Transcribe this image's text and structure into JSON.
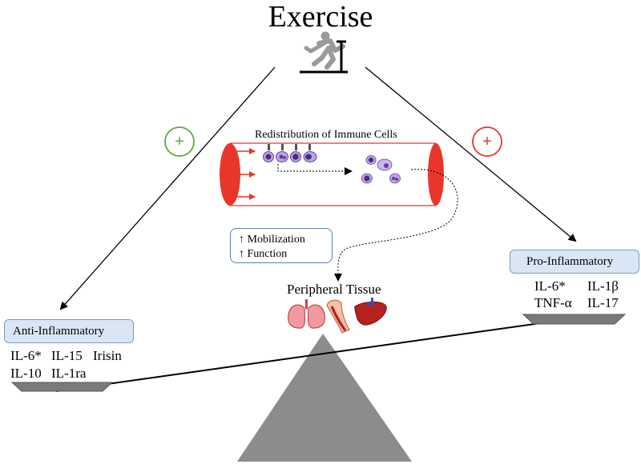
{
  "title": "Exercise",
  "redistribution_label": "Redistribution of Immune Cells",
  "mobilization": [
    "↑ Mobilization",
    "↑ Function"
  ],
  "peripheral_label": "Peripheral Tissue",
  "plus_sign": "+",
  "anti": {
    "label": "Anti-Inflammatory",
    "row1": [
      "IL-6*",
      "IL-15",
      "Irisin"
    ],
    "row2": [
      "IL-10",
      "IL-1ra"
    ]
  },
  "pro": {
    "label": "Pro-Inflammatory",
    "row1": [
      "IL-6*",
      "IL-1β"
    ],
    "row2": [
      "TNF-α",
      "IL-17"
    ]
  },
  "colors": {
    "vessel": "#e8372a",
    "anti_plus": "#5aaa3c",
    "pro_plus": "#e03a2e",
    "label_box_fill": "#dbe6f4",
    "label_box_border": "#5b7fae",
    "immune_cell": "#6a3d9a",
    "immune_cell_light": "#b8a6e8",
    "triangle": "#8c8c8c",
    "pan": "#7a7a7a"
  },
  "icons": [
    "treadmill-runner-icon",
    "lungs-icon",
    "artery-icon",
    "liver-icon"
  ]
}
